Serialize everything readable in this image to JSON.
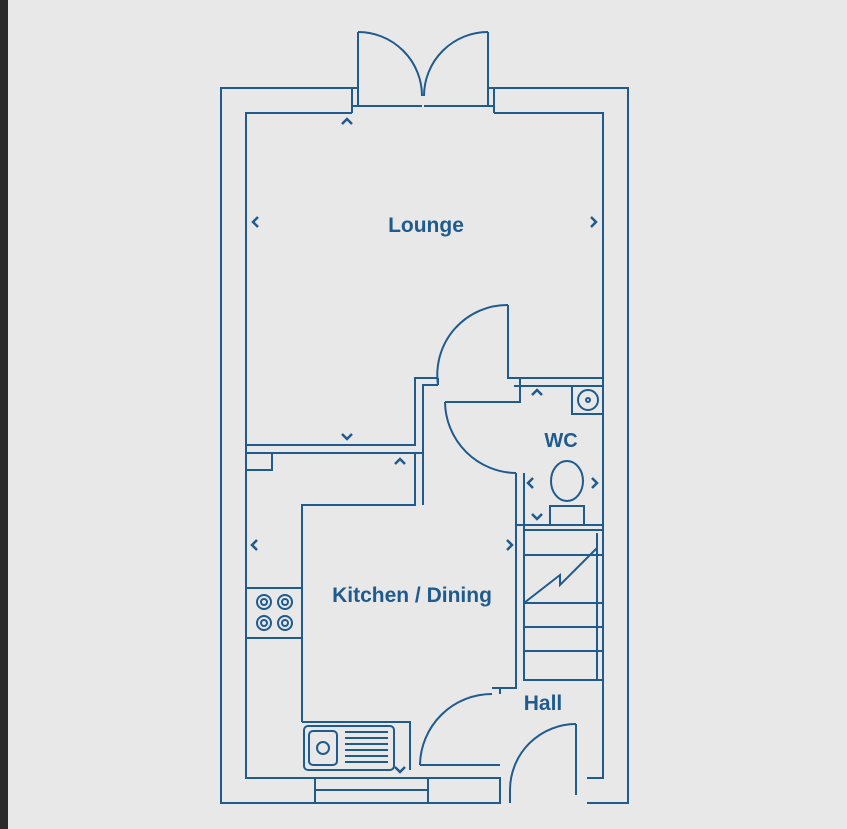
{
  "floorplan": {
    "rooms": {
      "lounge": "Lounge",
      "wc": "WC",
      "kitchen": "Kitchen / Dining",
      "hall": "Hall"
    },
    "colors": {
      "background": "#e8e8e8",
      "wall": "#1f5b8e",
      "frame": "#2a2a2a"
    }
  }
}
